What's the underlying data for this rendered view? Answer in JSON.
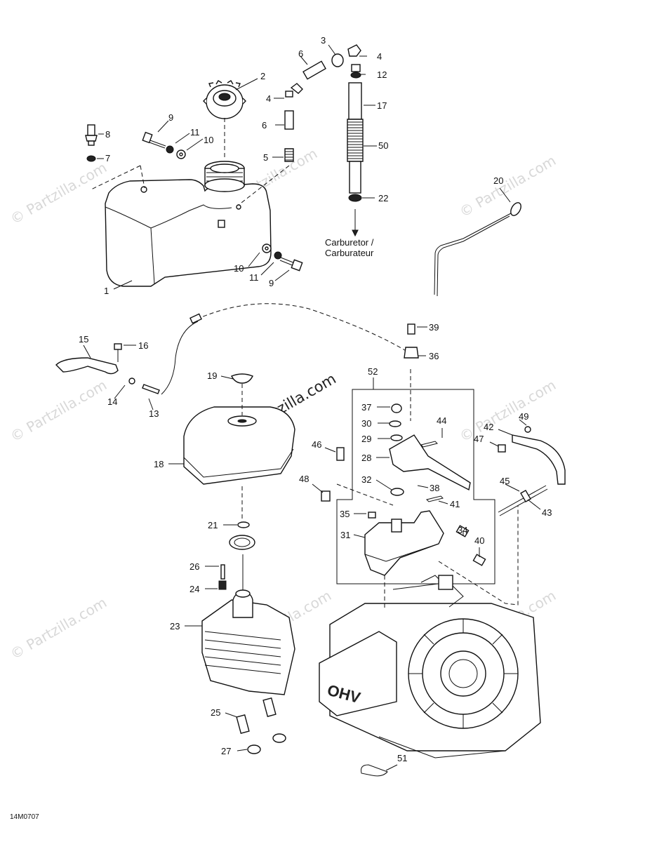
{
  "diagram_code": "14M0707",
  "carburetor_note": [
    "Carburetor /",
    "Carburateur"
  ],
  "watermark": {
    "text": "© Partzilla.com",
    "prominent_text": "© Partzilla.com"
  },
  "callouts": [
    {
      "id": "c1",
      "text": "1"
    },
    {
      "id": "c2",
      "text": "2"
    },
    {
      "id": "c3",
      "text": "3"
    },
    {
      "id": "c4a",
      "text": "4"
    },
    {
      "id": "c4b",
      "text": "4"
    },
    {
      "id": "c5",
      "text": "5"
    },
    {
      "id": "c6a",
      "text": "6"
    },
    {
      "id": "c6b",
      "text": "6"
    },
    {
      "id": "c7",
      "text": "7"
    },
    {
      "id": "c8",
      "text": "8"
    },
    {
      "id": "c9a",
      "text": "9"
    },
    {
      "id": "c9b",
      "text": "9"
    },
    {
      "id": "c10a",
      "text": "10"
    },
    {
      "id": "c10b",
      "text": "10"
    },
    {
      "id": "c11a",
      "text": "11"
    },
    {
      "id": "c11b",
      "text": "11"
    },
    {
      "id": "c12",
      "text": "12"
    },
    {
      "id": "c13",
      "text": "13"
    },
    {
      "id": "c14",
      "text": "14"
    },
    {
      "id": "c15",
      "text": "15"
    },
    {
      "id": "c16",
      "text": "16"
    },
    {
      "id": "c17",
      "text": "17"
    },
    {
      "id": "c18",
      "text": "18"
    },
    {
      "id": "c19",
      "text": "19"
    },
    {
      "id": "c20",
      "text": "20"
    },
    {
      "id": "c21",
      "text": "21"
    },
    {
      "id": "c22",
      "text": "22"
    },
    {
      "id": "c23",
      "text": "23"
    },
    {
      "id": "c24",
      "text": "24"
    },
    {
      "id": "c25",
      "text": "25"
    },
    {
      "id": "c26",
      "text": "26"
    },
    {
      "id": "c27",
      "text": "27"
    },
    {
      "id": "c28",
      "text": "28"
    },
    {
      "id": "c29",
      "text": "29"
    },
    {
      "id": "c30",
      "text": "30"
    },
    {
      "id": "c31",
      "text": "31"
    },
    {
      "id": "c32",
      "text": "32"
    },
    {
      "id": "c34",
      "text": "34"
    },
    {
      "id": "c35",
      "text": "35"
    },
    {
      "id": "c36",
      "text": "36"
    },
    {
      "id": "c37",
      "text": "37"
    },
    {
      "id": "c38",
      "text": "38"
    },
    {
      "id": "c39",
      "text": "39"
    },
    {
      "id": "c40",
      "text": "40"
    },
    {
      "id": "c41",
      "text": "41"
    },
    {
      "id": "c42",
      "text": "42"
    },
    {
      "id": "c43",
      "text": "43"
    },
    {
      "id": "c44",
      "text": "44"
    },
    {
      "id": "c45",
      "text": "45"
    },
    {
      "id": "c46",
      "text": "46"
    },
    {
      "id": "c47",
      "text": "47"
    },
    {
      "id": "c48",
      "text": "48"
    },
    {
      "id": "c49",
      "text": "49"
    },
    {
      "id": "c50",
      "text": "50"
    },
    {
      "id": "c51",
      "text": "51"
    },
    {
      "id": "c52",
      "text": "52"
    }
  ]
}
